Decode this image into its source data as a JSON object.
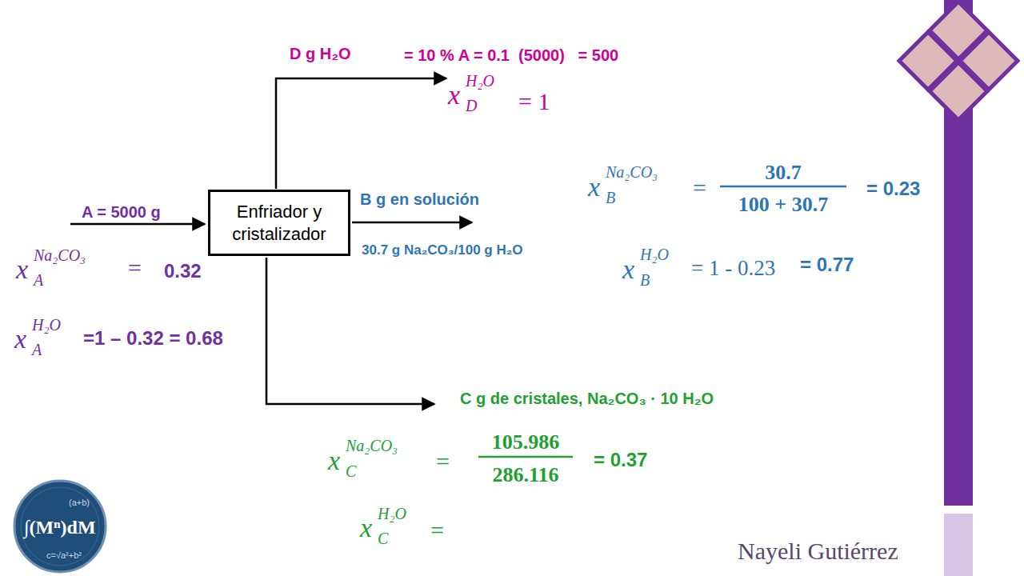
{
  "diagram": {
    "nodes": [
      {
        "text": [
          "Enfriador y cristalizador"
        ]
      }
    ],
    "labels": [
      "D g H₂O",
      "= 10 % A = 0.1  (5000)   = 500",
      "x",
      "H₂O",
      "D",
      "= 1",
      "A = 5000 g",
      "x",
      "Na₂CO₃",
      "A",
      "=",
      "0.32",
      "x",
      "H₂O",
      "A",
      "=1 – 0.32 = 0.68",
      "B g en solución",
      "30.7 g Na₂CO₃/100 g H₂O",
      "x",
      "Na₂CO₃",
      "B",
      "=",
      "30.7",
      "100 + 30.7",
      "= 0.23",
      "x",
      "H₂O",
      "B",
      "= 1 - 0.23",
      "= 0.77",
      "C g de cristales, Na₂CO₃ · 10 H₂O",
      "x",
      "Na₂CO₃",
      "C",
      "=",
      "105.986",
      "286.116",
      "= 0.37",
      "x",
      "H₂O",
      "C",
      "=",
      "Nayeli Gutiérrez",
      "∫(Mⁿ)dM",
      "(a+b)",
      "c=√a²+b²"
    ]
  }
}
